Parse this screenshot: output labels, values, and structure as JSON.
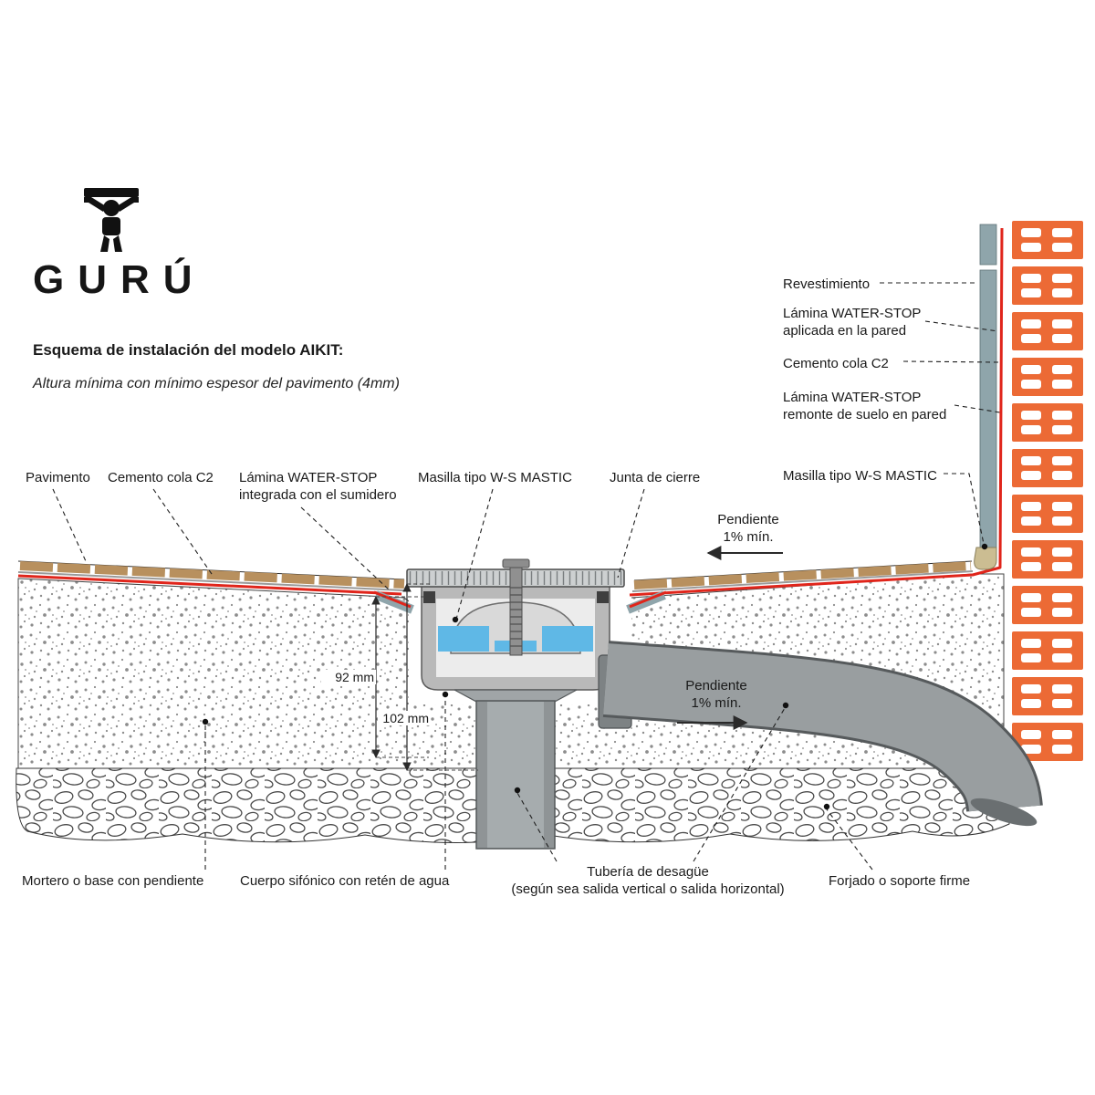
{
  "brand": {
    "name": "GURÚ"
  },
  "heading": {
    "title": "Esquema de instalación del modelo AIKIT:",
    "subtitle": "Altura mínima con mínimo espesor del pavimento (4mm)"
  },
  "callouts": {
    "pavimento": "Pavimento",
    "cemento_cola_top": "Cemento cola C2",
    "lamina_integrada": "Lámina WATER-STOP\nintegrada con el sumidero",
    "masilla_top": "Masilla tipo W-S MASTIC",
    "junta_cierre": "Junta de cierre",
    "revestimiento": "Revestimiento",
    "lamina_pared": "Lámina WATER-STOP\naplicada en la pared",
    "cemento_cola_right": "Cemento cola C2",
    "lamina_remonte": "Lámina WATER-STOP\nremonte de suelo en pared",
    "masilla_right": "Masilla tipo W-S MASTIC",
    "pendiente_top": "Pendiente\n1% mín.",
    "pendiente_pipe": "Pendiente\n1% mín.",
    "mortero": "Mortero o base con pendiente",
    "cuerpo_sifonico": "Cuerpo sifónico con retén de agua",
    "tuberia": "Tubería de desagüe\n(según sea salida vertical o salida horizontal)",
    "forjado": "Forjado o soporte firme"
  },
  "dimensions": {
    "drain_height": "92 mm",
    "total_height": "102 mm"
  },
  "colors": {
    "membrane_red": "#e0251b",
    "brick_orange": "#ec6a35",
    "water_blue": "#5fb8e6",
    "tile_tan": "#b8905e",
    "pipe_gray": "#999ea0",
    "panel_gray": "#8fa5ab",
    "mastic_beige": "#cbbd92"
  }
}
